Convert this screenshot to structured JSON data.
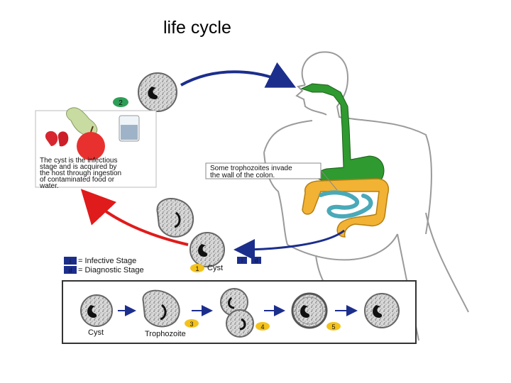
{
  "title": "life cycle",
  "food_box": {
    "caption_line1": "The cyst is the infectious",
    "caption_line2": "stage and is acquired by",
    "caption_line3": "the host through ingestion",
    "caption_line4": "of contaminated food or",
    "caption_line5": "water."
  },
  "colon_callout": {
    "line1": "Some trophozoites invade",
    "line2": "the wall of the colon."
  },
  "legend": {
    "infective_symbol": "i",
    "infective_text": "= Infective Stage",
    "diagnostic_symbol": "d",
    "diagnostic_text": "= Diagnostic Stage"
  },
  "steps": {
    "step1": "1",
    "step2": "2",
    "step3": "3",
    "step4": "4",
    "step5": "5"
  },
  "cyst_label": "Cyst",
  "stage_badges": {
    "infective": "i",
    "diagnostic": "d"
  },
  "bottom_panel": {
    "cyst_label": "Cyst",
    "trophozoite_label": "Trophozoite"
  },
  "colors": {
    "gut_green": "#2f9a2f",
    "colon_yellow": "#f2b234",
    "small_intestine_blue": "#4aa9b8",
    "arrow_blue": "#1c2e8c",
    "arrow_red": "#e01b1b",
    "step_badge_yellow": "#f3c21b",
    "step_badge_green": "#2e9e57"
  }
}
